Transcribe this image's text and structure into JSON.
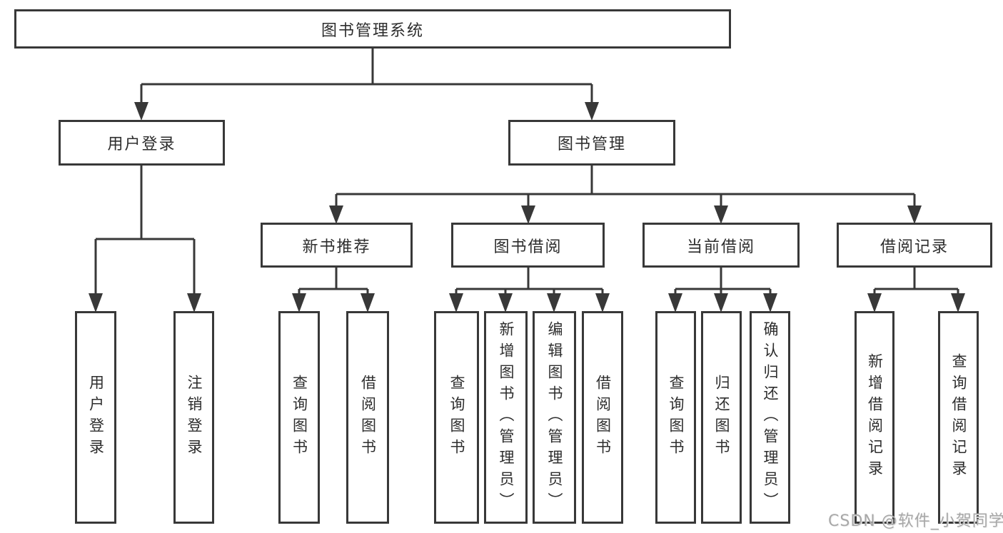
{
  "tree": {
    "root": "图书管理系统",
    "branches": [
      {
        "label": "用户登录",
        "leaves": [
          "用户登录",
          "注销登录"
        ]
      },
      {
        "label": "图书管理",
        "groups": [
          {
            "label": "新书推荐",
            "leaves": [
              "查询图书",
              "借阅图书"
            ]
          },
          {
            "label": "图书借阅",
            "leaves": [
              "查询图书",
              "新增图书（管理员）",
              "编辑图书（管理员）",
              "借阅图书"
            ]
          },
          {
            "label": "当前借阅",
            "leaves": [
              "查询图书",
              "归还图书",
              "确认归还（管理员）"
            ]
          },
          {
            "label": "借阅记录",
            "leaves": [
              "新增借阅记录",
              "查询借阅记录"
            ]
          }
        ]
      }
    ]
  },
  "watermark": "CSDN @软件_小贺同学",
  "colors": {
    "line": "#383838",
    "text": "#2d2d2d",
    "background": "#ffffff",
    "watermark": "#a8a8a8"
  }
}
